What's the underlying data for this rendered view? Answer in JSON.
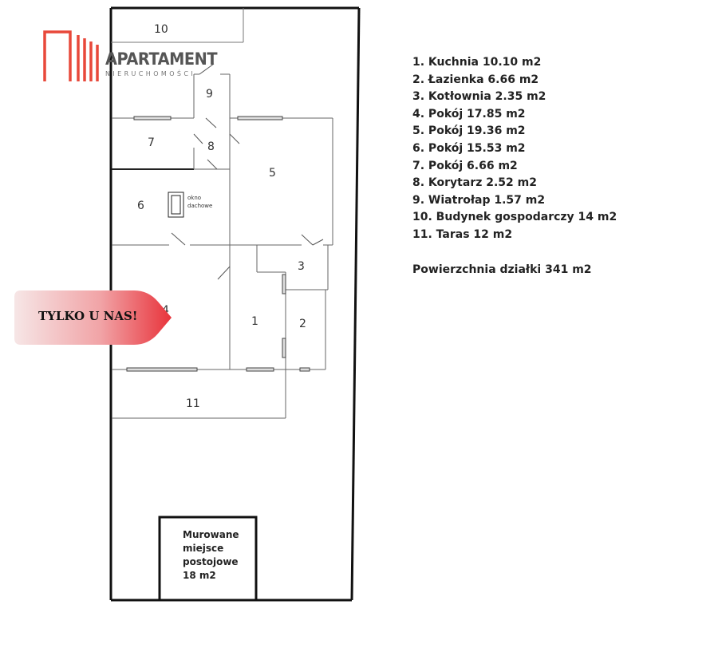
{
  "logo": {
    "brand": "APARTAMENT",
    "tagline": "NIERUCHOMOŚCI",
    "color": "#e8483a"
  },
  "badge": {
    "text": "TYLKO U NAS!",
    "color": "#e8333b"
  },
  "plan": {
    "room_numbers": [
      "10",
      "9",
      "7",
      "8",
      "5",
      "6",
      "3",
      "4",
      "1",
      "2",
      "11"
    ],
    "skylight_label_line1": "okno",
    "skylight_label_line2": "dachowe",
    "parking_lines": [
      "Murowane",
      "miejsce",
      "postojowe",
      "18 m2"
    ]
  },
  "legend": {
    "rooms": [
      "1. Kuchnia 10.10 m2",
      "2. Łazienka 6.66 m2",
      "3. Kotłownia 2.35 m2",
      "4. Pokój 17.85 m2",
      "5. Pokój 19.36 m2",
      "6. Pokój 15.53 m2",
      "7. Pokój 6.66 m2",
      "8. Korytarz 2.52 m2",
      "9. Wiatrołap 1.57 m2",
      "10. Budynek gospodarczy 14 m2",
      "11. Taras 12 m2"
    ],
    "plot_area": "Powierzchnia działki 341 m2"
  }
}
